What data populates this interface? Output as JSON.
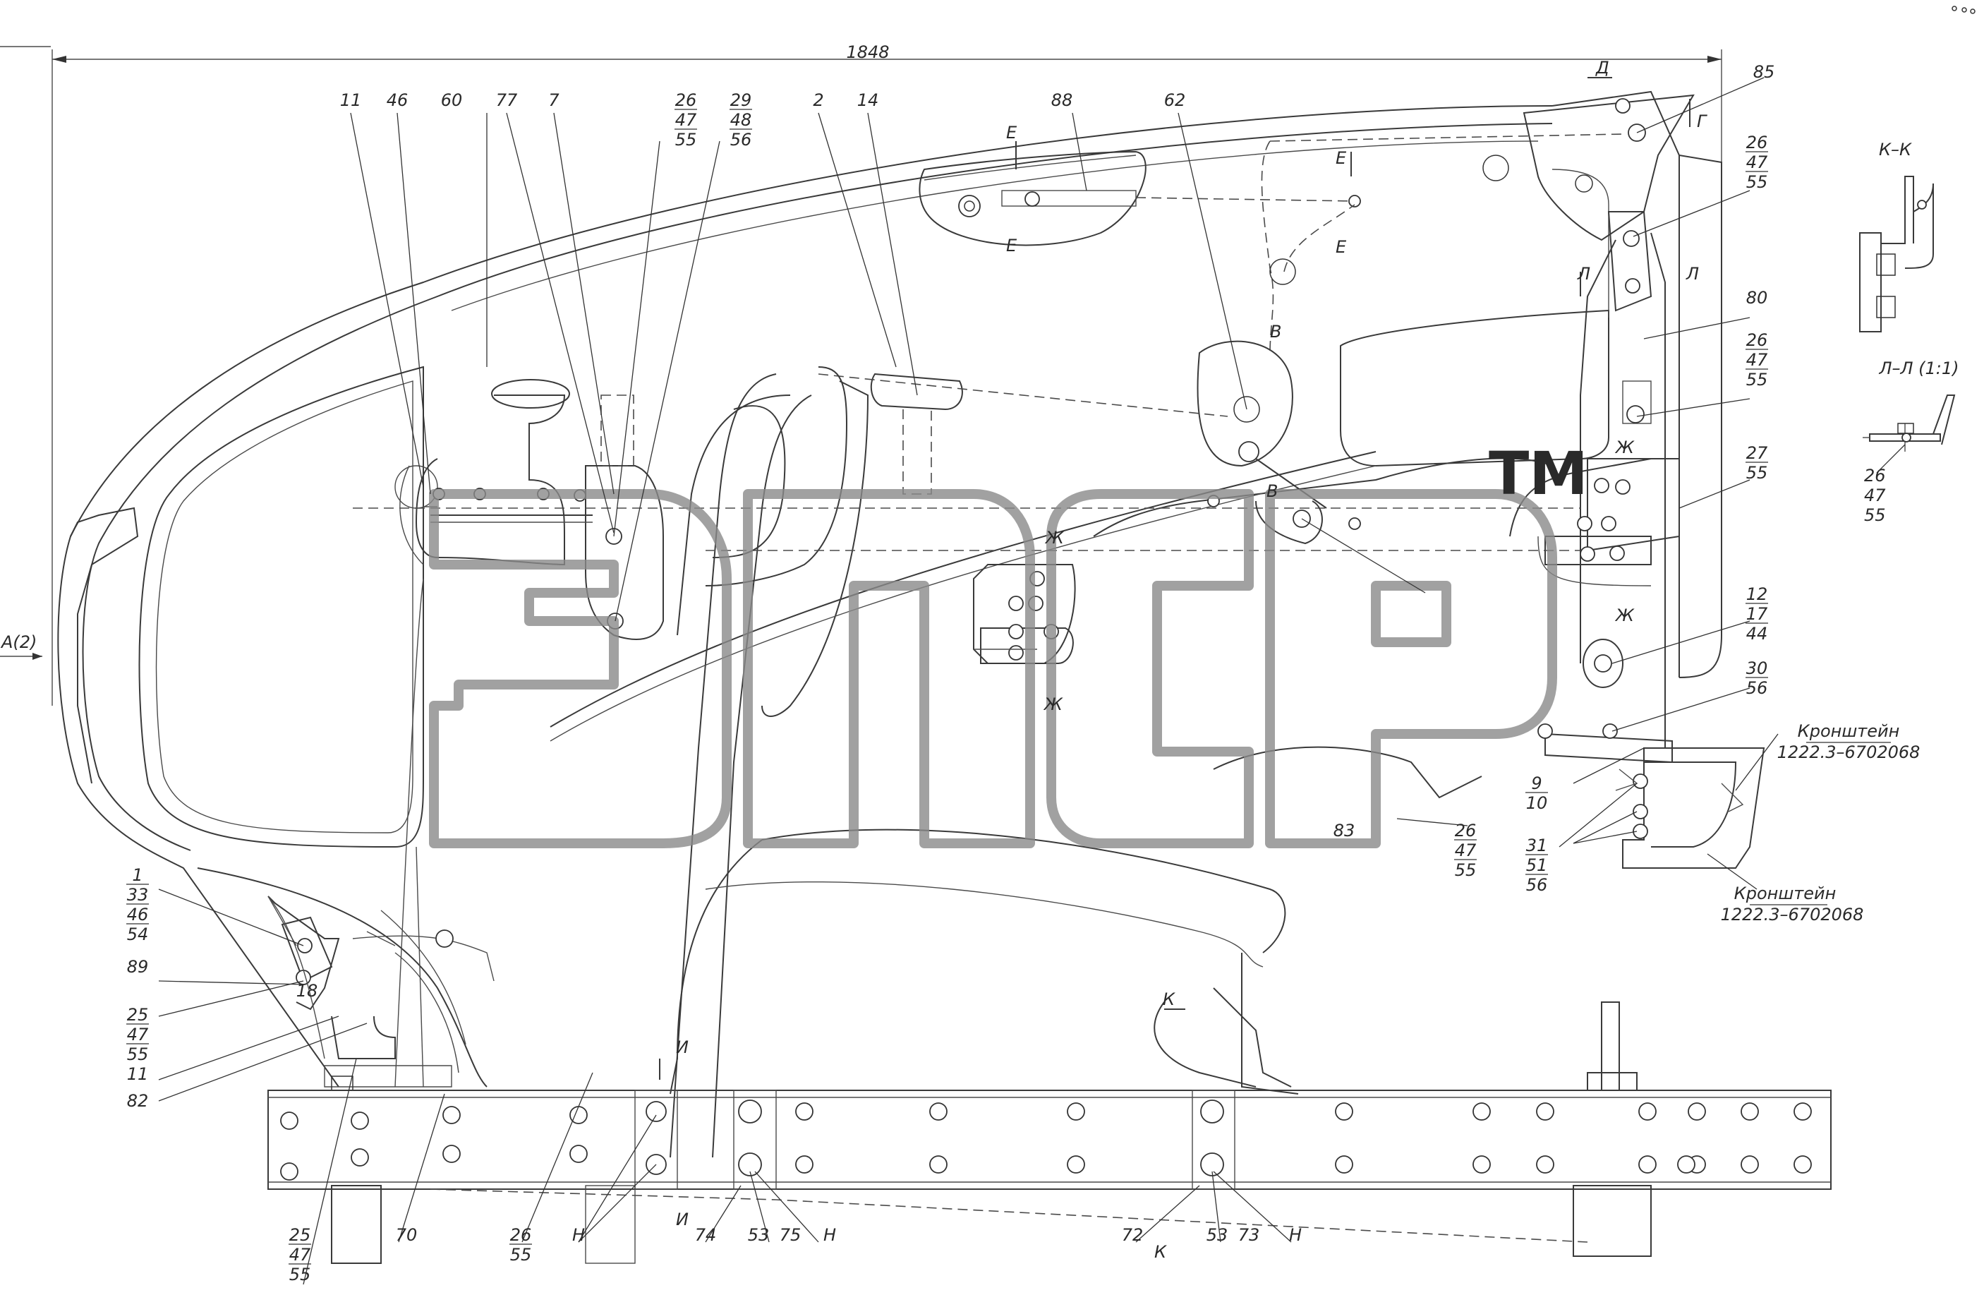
{
  "overall_dimension": "1848",
  "view_marker_left": "А(2)",
  "watermark": {
    "text": "ЭПСР",
    "tm": "TM"
  },
  "sections": {
    "kk": "К–К",
    "ll": "Л–Л (1:1)",
    "ll_callout": [
      "26",
      "47",
      "55"
    ]
  },
  "brackets": {
    "name": "Кронштейн",
    "number": "1222.3–6702068"
  },
  "cut_letters": {
    "d": "Д",
    "g": "Г",
    "e": "Е",
    "l": "Л",
    "v": "В",
    "zh": "Ж",
    "k": "К",
    "i": "И",
    "n": "Н"
  },
  "top_callouts": [
    {
      "id": "c11",
      "lines": [
        "11"
      ]
    },
    {
      "id": "c46",
      "lines": [
        "46"
      ]
    },
    {
      "id": "c60",
      "lines": [
        "60"
      ]
    },
    {
      "id": "c77",
      "lines": [
        "77"
      ]
    },
    {
      "id": "c7",
      "lines": [
        "7"
      ]
    },
    {
      "id": "c26a",
      "lines": [
        "26",
        "47",
        "55"
      ]
    },
    {
      "id": "c29",
      "lines": [
        "29",
        "48",
        "56"
      ]
    },
    {
      "id": "c2",
      "lines": [
        "2"
      ]
    },
    {
      "id": "c14",
      "lines": [
        "14"
      ]
    },
    {
      "id": "c88",
      "lines": [
        "88"
      ]
    },
    {
      "id": "c62",
      "lines": [
        "62"
      ]
    },
    {
      "id": "c85",
      "lines": [
        "85"
      ]
    }
  ],
  "right_callouts": [
    {
      "id": "r26a",
      "lines": [
        "26",
        "47",
        "55"
      ]
    },
    {
      "id": "r80",
      "lines": [
        "80"
      ]
    },
    {
      "id": "r26b",
      "lines": [
        "26",
        "47",
        "55"
      ]
    },
    {
      "id": "r27",
      "lines": [
        "27",
        "55"
      ]
    },
    {
      "id": "r12",
      "lines": [
        "12",
        "17",
        "44"
      ]
    },
    {
      "id": "r30",
      "lines": [
        "30",
        "56"
      ]
    },
    {
      "id": "r9",
      "lines": [
        "9",
        "10"
      ]
    },
    {
      "id": "r31",
      "lines": [
        "31",
        "51",
        "56"
      ]
    },
    {
      "id": "r83",
      "lines": [
        "83"
      ]
    },
    {
      "id": "r26c",
      "lines": [
        "26",
        "47",
        "55"
      ]
    }
  ],
  "left_callouts": [
    {
      "id": "l1",
      "lines": [
        "1",
        "33",
        "46",
        "54"
      ]
    },
    {
      "id": "l89",
      "lines": [
        "89"
      ]
    },
    {
      "id": "l25",
      "lines": [
        "25",
        "47",
        "55"
      ]
    },
    {
      "id": "l11",
      "lines": [
        "11"
      ]
    },
    {
      "id": "l82",
      "lines": [
        "82"
      ]
    },
    {
      "id": "l18",
      "lines": [
        "18"
      ]
    }
  ],
  "bottom_callouts": [
    {
      "id": "b25",
      "lines": [
        "25",
        "47",
        "55"
      ]
    },
    {
      "id": "b70",
      "lines": [
        "70"
      ]
    },
    {
      "id": "b26",
      "lines": [
        "26",
        "55"
      ]
    },
    {
      "id": "bH1",
      "lines": [
        "Н"
      ]
    },
    {
      "id": "b74",
      "lines": [
        "74"
      ]
    },
    {
      "id": "b53a",
      "lines": [
        "53"
      ]
    },
    {
      "id": "b75",
      "lines": [
        "75"
      ]
    },
    {
      "id": "bH2",
      "lines": [
        "Н"
      ]
    },
    {
      "id": "b72",
      "lines": [
        "72"
      ]
    },
    {
      "id": "b53b",
      "lines": [
        "53"
      ]
    },
    {
      "id": "b73",
      "lines": [
        "73"
      ]
    },
    {
      "id": "bH3",
      "lines": [
        "Н"
      ]
    }
  ]
}
